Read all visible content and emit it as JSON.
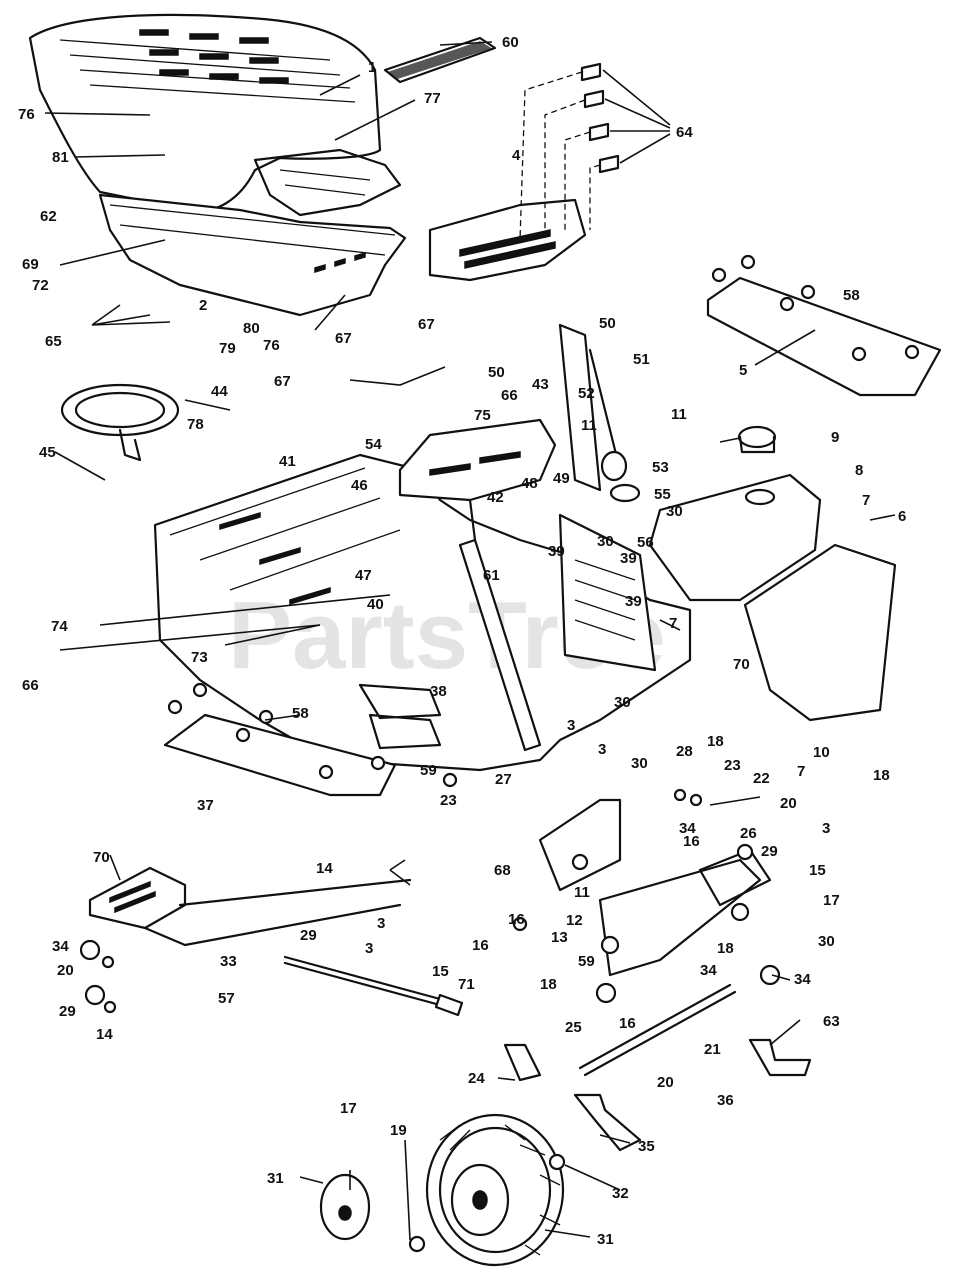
{
  "watermark": "PartsTree",
  "callouts": [
    {
      "id": "c60a",
      "label": "60"
    },
    {
      "id": "c1",
      "label": "1"
    },
    {
      "id": "c76a",
      "label": "76"
    },
    {
      "id": "c77",
      "label": "77"
    },
    {
      "id": "c64",
      "label": "64"
    },
    {
      "id": "c81",
      "label": "81"
    },
    {
      "id": "c4",
      "label": "4"
    },
    {
      "id": "c62",
      "label": "62"
    },
    {
      "id": "c69",
      "label": "69"
    },
    {
      "id": "c72",
      "label": "72"
    },
    {
      "id": "c58a",
      "label": "58"
    },
    {
      "id": "c2",
      "label": "2"
    },
    {
      "id": "c80",
      "label": "80"
    },
    {
      "id": "c65",
      "label": "65"
    },
    {
      "id": "c79",
      "label": "79"
    },
    {
      "id": "c76b",
      "label": "76"
    },
    {
      "id": "c67a",
      "label": "67"
    },
    {
      "id": "c67b",
      "label": "67"
    },
    {
      "id": "c67c",
      "label": "67"
    },
    {
      "id": "c5",
      "label": "5"
    },
    {
      "id": "c50a",
      "label": "50"
    },
    {
      "id": "c51",
      "label": "51"
    },
    {
      "id": "c44",
      "label": "44"
    },
    {
      "id": "c50b",
      "label": "50"
    },
    {
      "id": "c66a",
      "label": "66"
    },
    {
      "id": "c43",
      "label": "43"
    },
    {
      "id": "c52",
      "label": "52"
    },
    {
      "id": "c11a",
      "label": "11"
    },
    {
      "id": "c78",
      "label": "78"
    },
    {
      "id": "c75",
      "label": "75"
    },
    {
      "id": "c11b",
      "label": "11"
    },
    {
      "id": "c9",
      "label": "9"
    },
    {
      "id": "c45",
      "label": "45"
    },
    {
      "id": "c54",
      "label": "54"
    },
    {
      "id": "c41",
      "label": "41"
    },
    {
      "id": "c53",
      "label": "53"
    },
    {
      "id": "c8",
      "label": "8"
    },
    {
      "id": "c49",
      "label": "49"
    },
    {
      "id": "c46",
      "label": "46"
    },
    {
      "id": "c42",
      "label": "42"
    },
    {
      "id": "c48",
      "label": "48"
    },
    {
      "id": "c55",
      "label": "55"
    },
    {
      "id": "c7a",
      "label": "7"
    },
    {
      "id": "c30a",
      "label": "30"
    },
    {
      "id": "c6",
      "label": "6"
    },
    {
      "id": "c30b",
      "label": "30"
    },
    {
      "id": "c56",
      "label": "56"
    },
    {
      "id": "c47",
      "label": "47"
    },
    {
      "id": "c39a",
      "label": "39"
    },
    {
      "id": "c39b",
      "label": "39"
    },
    {
      "id": "c61",
      "label": "61"
    },
    {
      "id": "c40",
      "label": "40"
    },
    {
      "id": "c39c",
      "label": "39"
    },
    {
      "id": "c74",
      "label": "74"
    },
    {
      "id": "c7b",
      "label": "7"
    },
    {
      "id": "c73",
      "label": "73"
    },
    {
      "id": "c70a",
      "label": "70"
    },
    {
      "id": "c66b",
      "label": "66"
    },
    {
      "id": "c38",
      "label": "38"
    },
    {
      "id": "c58b",
      "label": "58"
    },
    {
      "id": "c30c",
      "label": "30"
    },
    {
      "id": "c3a",
      "label": "3"
    },
    {
      "id": "c10",
      "label": "10"
    },
    {
      "id": "c28",
      "label": "28"
    },
    {
      "id": "c18a",
      "label": "18"
    },
    {
      "id": "c3b",
      "label": "3"
    },
    {
      "id": "c30d",
      "label": "30"
    },
    {
      "id": "c23a",
      "label": "23"
    },
    {
      "id": "c22",
      "label": "22"
    },
    {
      "id": "c59a",
      "label": "59"
    },
    {
      "id": "c27",
      "label": "27"
    },
    {
      "id": "c37",
      "label": "37"
    },
    {
      "id": "c7c",
      "label": "7"
    },
    {
      "id": "c18b",
      "label": "18"
    },
    {
      "id": "c23b",
      "label": "23"
    },
    {
      "id": "c20a",
      "label": "20"
    },
    {
      "id": "c26",
      "label": "26"
    },
    {
      "id": "c3c",
      "label": "3"
    },
    {
      "id": "c34a",
      "label": "34"
    },
    {
      "id": "c16a",
      "label": "16"
    },
    {
      "id": "c29a",
      "label": "29"
    },
    {
      "id": "c68",
      "label": "68"
    },
    {
      "id": "c70b",
      "label": "70"
    },
    {
      "id": "c14a",
      "label": "14"
    },
    {
      "id": "c15a",
      "label": "15"
    },
    {
      "id": "c17",
      "label": "17"
    },
    {
      "id": "c11c",
      "label": "11"
    },
    {
      "id": "c3d",
      "label": "3"
    },
    {
      "id": "c16b",
      "label": "16"
    },
    {
      "id": "c12",
      "label": "12"
    },
    {
      "id": "c16c",
      "label": "16"
    },
    {
      "id": "c30e",
      "label": "30"
    },
    {
      "id": "c13",
      "label": "13"
    },
    {
      "id": "c18c",
      "label": "18"
    },
    {
      "id": "c34b",
      "label": "34"
    },
    {
      "id": "c29b",
      "label": "29"
    },
    {
      "id": "c20b",
      "label": "20"
    },
    {
      "id": "c33",
      "label": "33"
    },
    {
      "id": "c3e",
      "label": "3"
    },
    {
      "id": "c59b",
      "label": "59"
    },
    {
      "id": "c34c",
      "label": "34"
    },
    {
      "id": "c15b",
      "label": "15"
    },
    {
      "id": "c34d",
      "label": "34"
    },
    {
      "id": "c57",
      "label": "57"
    },
    {
      "id": "c71",
      "label": "71"
    },
    {
      "id": "c18d",
      "label": "18"
    },
    {
      "id": "c29c",
      "label": "29"
    },
    {
      "id": "c14b",
      "label": "14"
    },
    {
      "id": "c16d",
      "label": "16"
    },
    {
      "id": "c25",
      "label": "25"
    },
    {
      "id": "c63",
      "label": "63"
    },
    {
      "id": "c24",
      "label": "24"
    },
    {
      "id": "c20c",
      "label": "20"
    },
    {
      "id": "c21",
      "label": "21"
    },
    {
      "id": "c36",
      "label": "36"
    },
    {
      "id": "c17b",
      "label": "17"
    },
    {
      "id": "c19",
      "label": "19"
    },
    {
      "id": "c35",
      "label": "35"
    },
    {
      "id": "c31a",
      "label": "31"
    },
    {
      "id": "c32",
      "label": "32"
    },
    {
      "id": "c31b",
      "label": "31"
    }
  ]
}
